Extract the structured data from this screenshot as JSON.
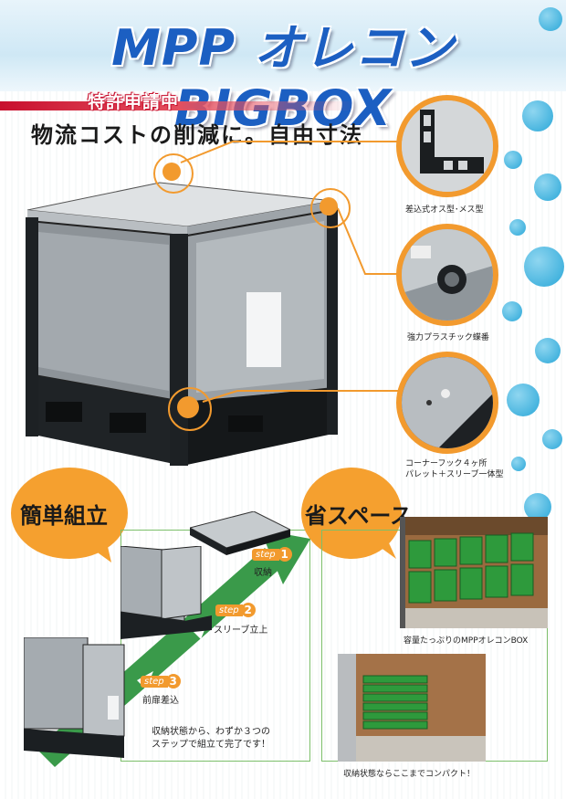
{
  "header": {
    "title": "MPP オレコン BIGBOX",
    "patent_badge": "特許申請中",
    "tagline": "物流コストの削減に。自由寸法"
  },
  "details": [
    {
      "caption": "差込式オス型･メス型"
    },
    {
      "caption": "強力プラスチック蝶番"
    },
    {
      "caption_line1": "コーナーフック４ヶ所",
      "caption_line2": "パレット＋スリーブ一体型"
    }
  ],
  "assembly": {
    "heading": "簡単組立",
    "steps": [
      {
        "word": "step",
        "number": "1",
        "label": "収納"
      },
      {
        "word": "step",
        "number": "2",
        "label": "スリーブ立上"
      },
      {
        "word": "step",
        "number": "3",
        "label": "前扉差込"
      }
    ],
    "note_line1": "収納状態から、わずか３つの",
    "note_line2": "ステップで組立て完了です！"
  },
  "space": {
    "heading": "省スペース",
    "photo1_caption": "容量たっぷりのMPPオレコンBOX",
    "photo2_caption": "収納状態ならここまでコンパクト！"
  },
  "colors": {
    "title_blue": "#1c5fc2",
    "accent_orange": "#f29a2e",
    "patent_red": "#c8102e",
    "bubble_blue": "#2aa7d8",
    "box_green": "#2e9a3c"
  }
}
